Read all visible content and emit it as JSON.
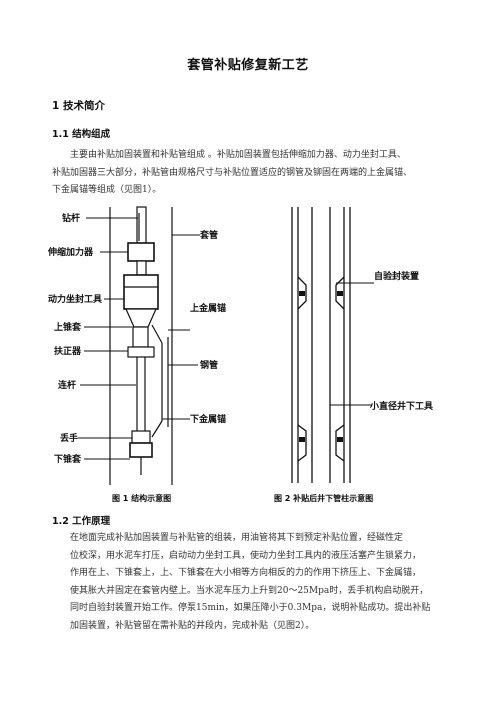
{
  "title": "套管补贴修复新工艺",
  "section1": {
    "heading": "1 技术简介",
    "sub1": {
      "heading": "1.1 结构组成",
      "lines": [
        "主要由补贴加固装置和补贴管组成 。补贴加固装置包括伸缩加力器、动力坐封工具、",
        "补贴加固器三大部分，补贴管由规格尺寸与补贴位置适应的钢管及铆固在两端的上金属锚、",
        "下金属锚等组成（见图1）。"
      ]
    },
    "sub2": {
      "heading": "1.2 工作原理",
      "lines": [
        "在地面完成补贴加固装置与补贴管的组装，用油管将其下到预定补贴位置，经磁性定",
        "位校深，用水泥车打压，启动动力坐封工具，使动力坐封工具内的液压活塞产生锁紧力，",
        "作用在上、下锥套上，上、下锥套在大小相等方向相反的力的作用下挤压上、下金属锚，",
        "使其胀大并固定在套管内壁上。当水泥车压力上升到20～25Mpa时，丢手机构启动脱开，",
        "同时自验封装置开始工作。停泵15min，如果压降小于0.3Mpa，说明补贴成功。提出补贴",
        "加固装置，补贴管留在需补贴的井段内，完成补贴（见图2）。"
      ]
    }
  },
  "figure1": {
    "caption": "图 1    结构示意图",
    "labels": {
      "drill_rod": "钻杆",
      "telescopic": "伸缩加力器",
      "power_setting": "动力坐封工具",
      "upper_cone": "上锥套",
      "righting": "扶正器",
      "connecting_rod": "连杆",
      "release": "丢手",
      "lower_cone": "下锥套",
      "casing": "套管",
      "upper_anchor": "上金属锚",
      "corrugated_pipe": "钢管",
      "lower_anchor": "下金属锚"
    }
  },
  "figure2": {
    "caption": "图 2    补贴后井下管柱示意图",
    "labels": {
      "self_check": "自验封装置",
      "small_tool": "小直径井下工具"
    }
  }
}
